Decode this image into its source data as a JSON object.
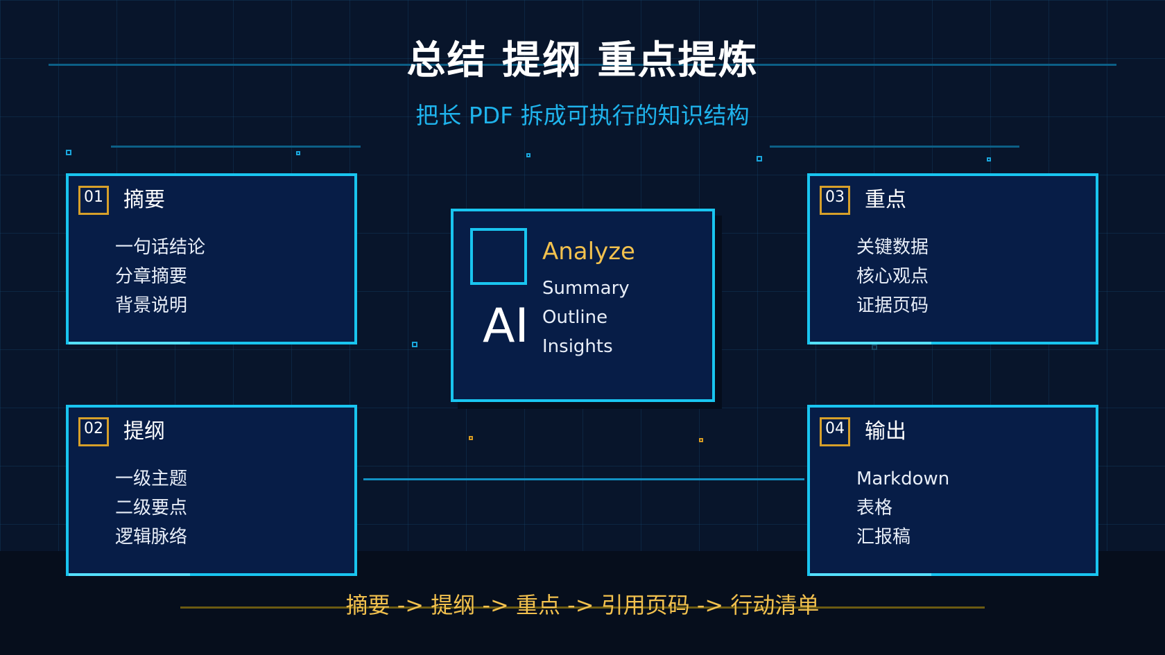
{
  "title": "总结 提纲 重点提炼",
  "subtitle": "把长 PDF 拆成可执行的知识结构",
  "cards": [
    {
      "number": "01",
      "title": "摘要",
      "items": [
        "一句话结论",
        "分章摘要",
        "背景说明"
      ]
    },
    {
      "number": "02",
      "title": "提纲",
      "items": [
        "一级主题",
        "二级要点",
        "逻辑脉络"
      ]
    },
    {
      "number": "03",
      "title": "重点",
      "items": [
        "关键数据",
        "核心观点",
        "证据页码"
      ]
    },
    {
      "number": "04",
      "title": "输出",
      "items": [
        "Markdown",
        "表格",
        "汇报稿"
      ]
    }
  ],
  "center": {
    "label": "AI",
    "heading": "Analyze",
    "items": [
      "Summary",
      "Outline",
      "Insights"
    ]
  },
  "flow": "摘要 -> 提纲 -> 重点 -> 引用页码 -> 行动清单",
  "colors": {
    "background": "#08152b",
    "card_border": "#19c5f0",
    "card_fill": "#071d47",
    "badge_border": "#d7a02a",
    "accent_gold": "#f2c14e",
    "subtitle": "#1fb3ec"
  }
}
